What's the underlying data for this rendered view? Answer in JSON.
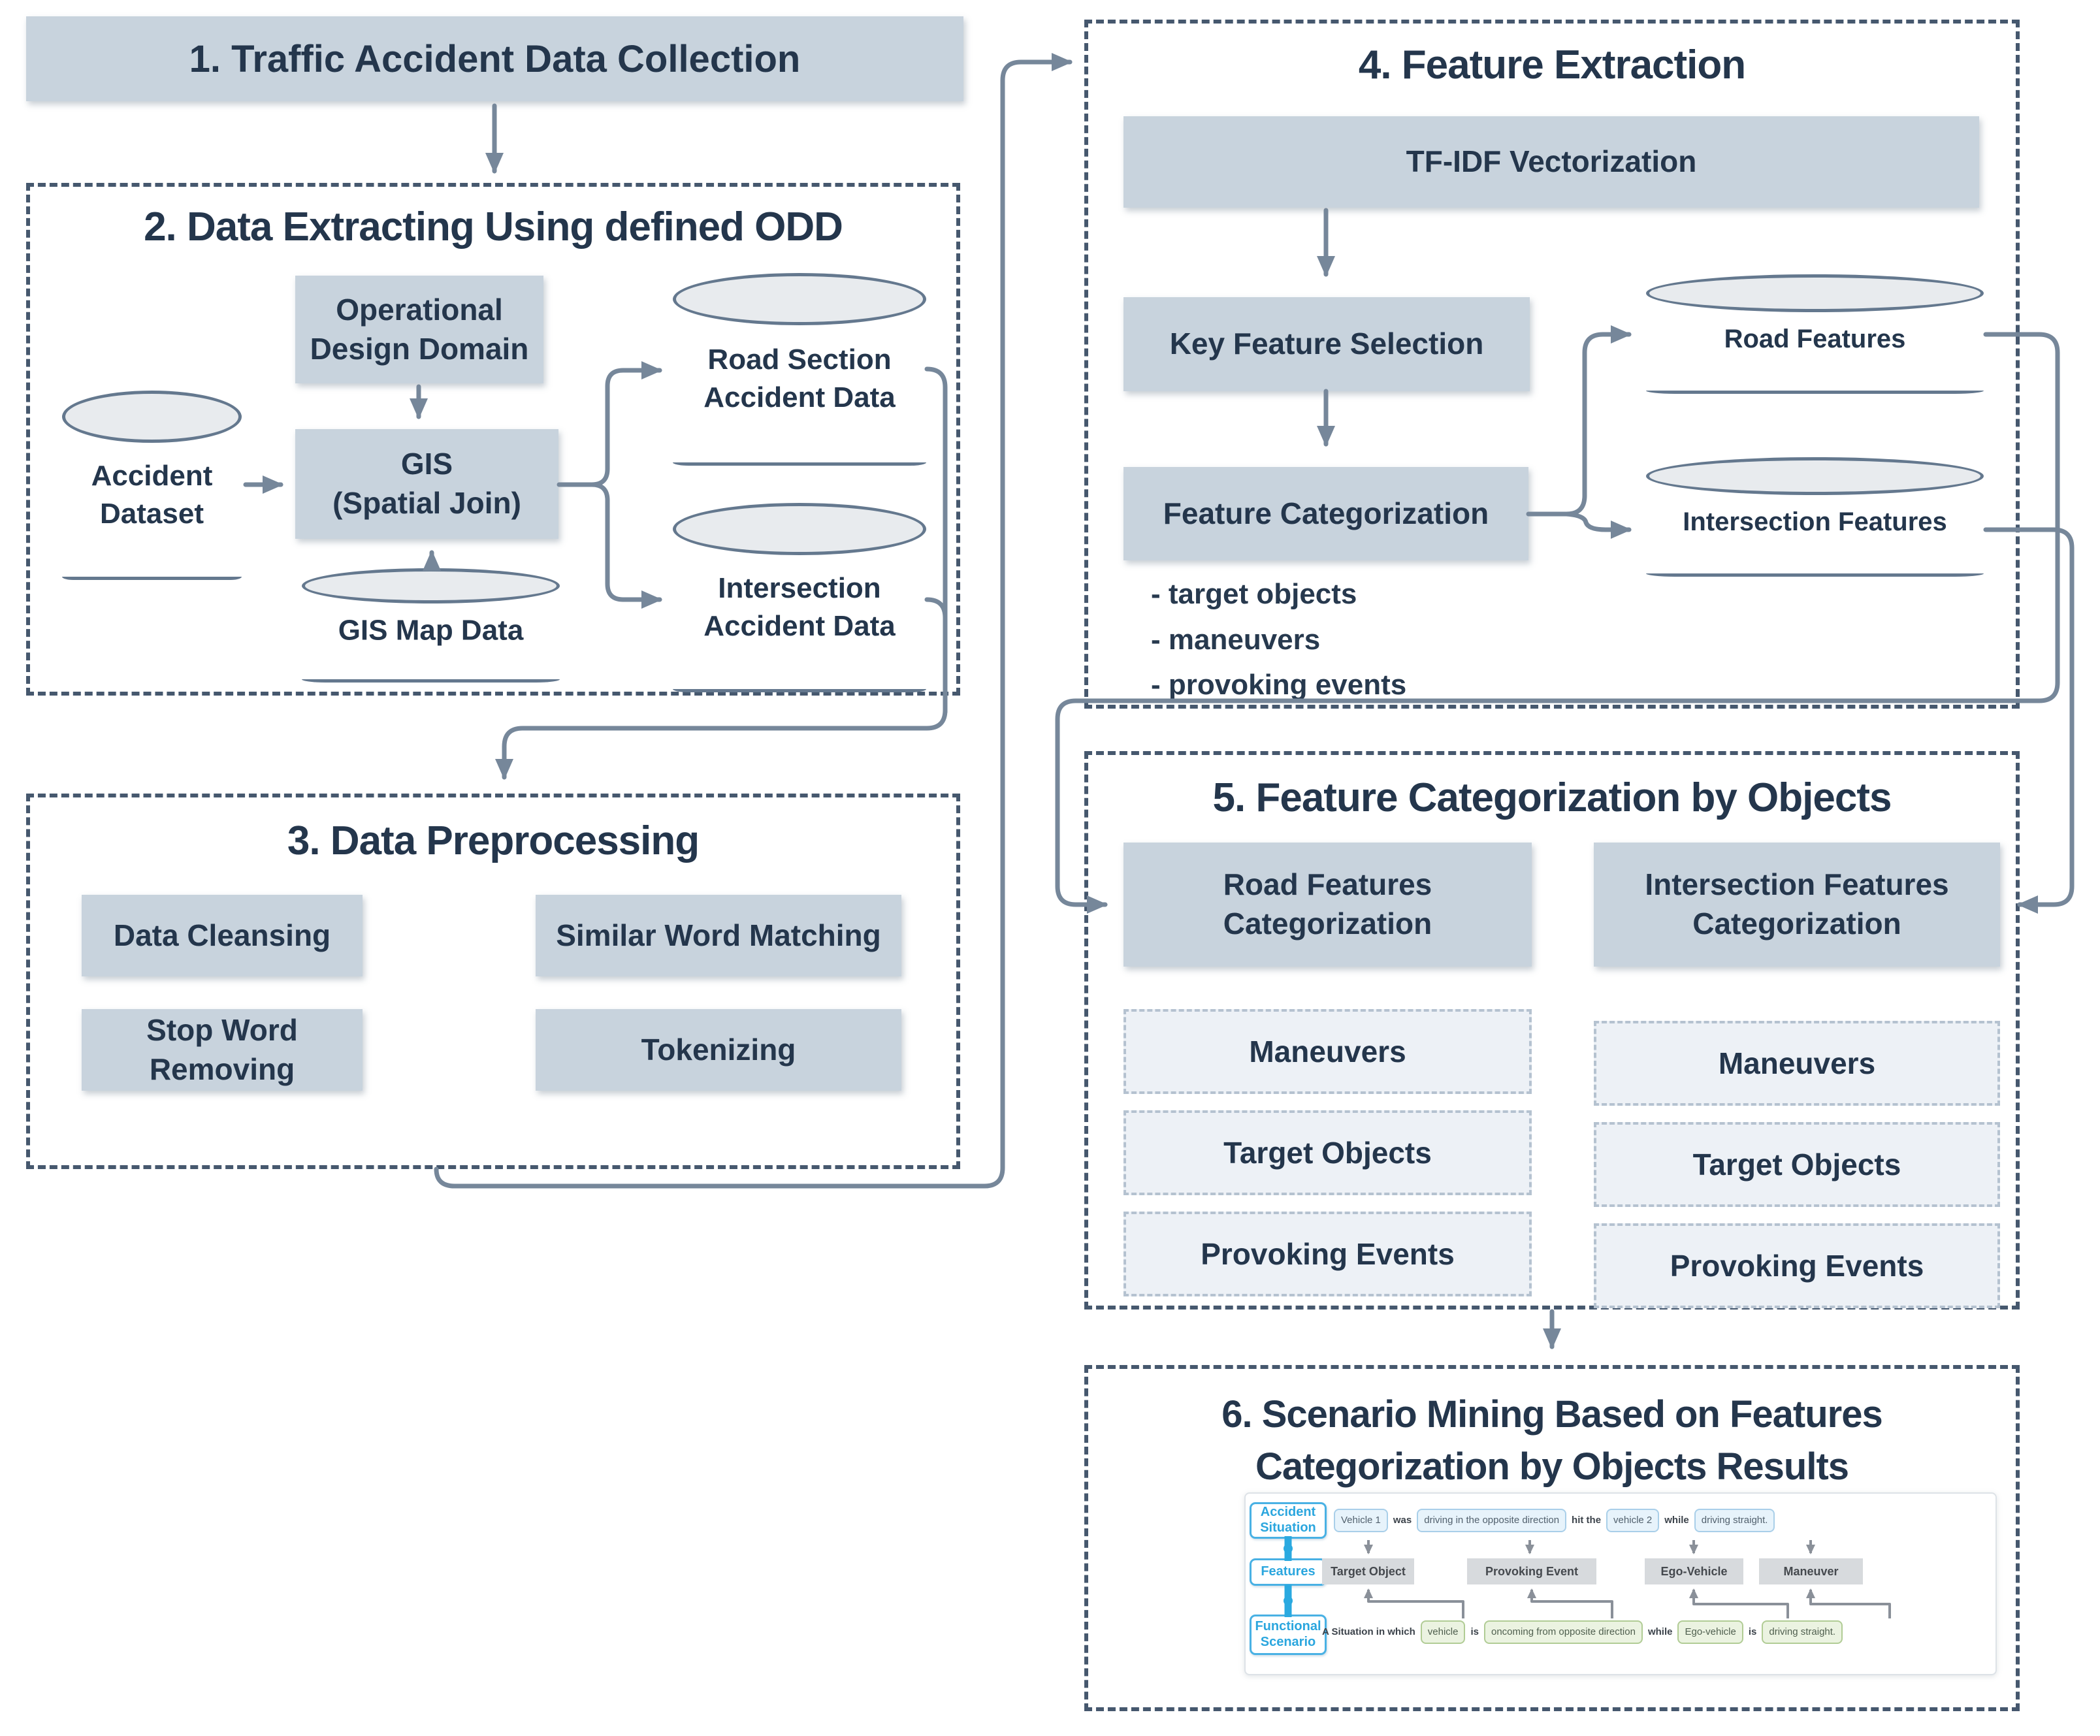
{
  "s1": {
    "title": "1. Traffic Accident Data Collection"
  },
  "s2": {
    "title": "2. Data Extracting Using defined ODD",
    "odd": "Operational\nDesign Domain",
    "gis": "GIS\n(Spatial Join)",
    "accident_dataset": "Accident\nDataset",
    "gis_map": "GIS Map Data",
    "road_section": "Road Section\nAccident Data",
    "intersection": "Intersection\nAccident Data"
  },
  "s3": {
    "title": "3. Data Preprocessing",
    "boxes": [
      "Data Cleansing",
      "Similar Word Matching",
      "Stop Word Removing",
      "Tokenizing"
    ]
  },
  "s4": {
    "title": "4. Feature Extraction",
    "tfidf": "TF-IDF Vectorization",
    "kfs": "Key Feature Selection",
    "fc": "Feature Categorization",
    "bullets": [
      "- target objects",
      "- maneuvers",
      "- provoking events"
    ],
    "road_features": "Road Features",
    "intersection_features": "Intersection Features"
  },
  "s5": {
    "title": "5. Feature Categorization by Objects",
    "rfc": "Road Features\nCategorization",
    "ifc": "Intersection Features\nCategorization",
    "left_items": [
      "Maneuvers",
      "Target Objects",
      "Provoking Events"
    ],
    "right_items": [
      "Maneuvers",
      "Target Objects",
      "Provoking Events"
    ]
  },
  "s6": {
    "title": "6. Scenario Mining Based on  Features\nCategorization by Objects Results",
    "labels": [
      "Accident\nSituation",
      "Features",
      "Functional\nScenario"
    ],
    "accident_tokens": [
      {
        "text": "Vehicle 1",
        "hl": true
      },
      {
        "text": "was",
        "hl": false
      },
      {
        "text": "driving in the opposite direction",
        "hl": true
      },
      {
        "text": "hit the",
        "hl": false
      },
      {
        "text": "vehicle 2",
        "hl": true
      },
      {
        "text": "while",
        "hl": false
      },
      {
        "text": "driving straight.",
        "hl": true
      }
    ],
    "feature_boxes": [
      "Target Object",
      "Provoking Event",
      "Ego-Vehicle",
      "Maneuver"
    ],
    "scenario_tokens": [
      {
        "text": "A Situation in which",
        "hl": false
      },
      {
        "text": "vehicle",
        "hl": true
      },
      {
        "text": "is",
        "hl": false
      },
      {
        "text": "oncoming from opposite direction",
        "hl": true
      },
      {
        "text": "while",
        "hl": false
      },
      {
        "text": "Ego-vehicle",
        "hl": true
      },
      {
        "text": "is",
        "hl": false
      },
      {
        "text": "driving straight.",
        "hl": true
      }
    ]
  },
  "colors": {
    "box_fill": "#c8d3dd",
    "text": "#24364c",
    "line": "#76879a",
    "cyan": "#2ba6de",
    "green_border": "#b1cc95",
    "blue_border": "#a9cfe9"
  }
}
